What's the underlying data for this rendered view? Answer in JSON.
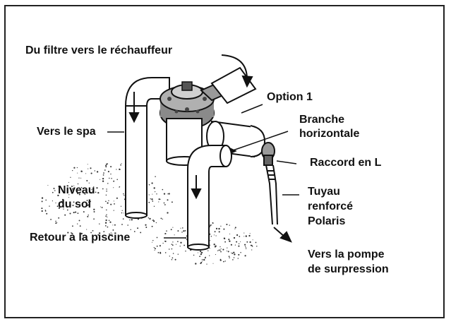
{
  "labels": {
    "from_filter": "Du filtre vers le réchauffeur",
    "option": "Option 1",
    "to_spa": "Vers le spa",
    "branch_line1": "Branche",
    "branch_line2": "horizontale",
    "elbow": "Raccord en L",
    "ground_line1": "Niveau",
    "ground_line2": "du sol",
    "hose_line1": "Tuyau",
    "hose_line2": "renforcé",
    "hose_line3": "Polaris",
    "return_pool": "Retour à la piscine",
    "pump_line1": "Vers la pompe",
    "pump_line2": "de surpression"
  },
  "colors": {
    "ink": "#111111",
    "pipe_fill": "#ffffff",
    "valve_fill": "#8a8a8a",
    "valve_dark": "#444444"
  }
}
